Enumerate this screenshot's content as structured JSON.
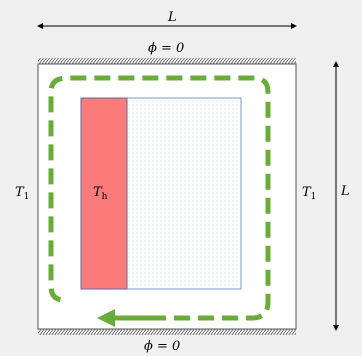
{
  "diagram": {
    "top_dimension_label": "L",
    "right_dimension_label": "L",
    "top_boundary_label": "ϕ = 0",
    "bottom_boundary_label": "ϕ = 0",
    "left_wall_label": {
      "symbol": "T",
      "subscript": "1"
    },
    "right_wall_label": {
      "symbol": "T",
      "subscript": "1"
    },
    "hot_region_label": {
      "symbol": "T",
      "subscript": "h"
    }
  },
  "colors": {
    "background": "#f0f0f0",
    "enclosure_fill": "#ffffff",
    "hot_region": "#fb7b7b",
    "dotted_region_border": "#7a9cc8",
    "dotted_pattern": "#a9c0de",
    "flow_arrow": "#6aab3a",
    "wall_hatch": "#555555"
  }
}
